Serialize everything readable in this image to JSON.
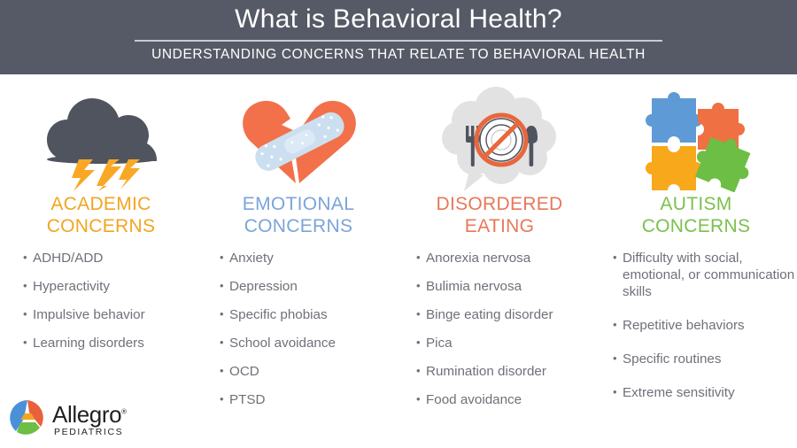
{
  "header": {
    "title": "What is Behavioral Health?",
    "subtitle": "UNDERSTANDING CONCERNS THAT RELATE TO BEHAVIORAL HEALTH",
    "background_color": "#565A66"
  },
  "columns": [
    {
      "heading": "ACADEMIC CONCERNS",
      "heading_color": "#F2A520",
      "icon": "storm-cloud-lightning-icon",
      "items": [
        "ADHD/ADD",
        "Hyperactivity",
        "Impulsive behavior",
        "Learning disorders"
      ]
    },
    {
      "heading": "EMOTIONAL CONCERNS",
      "heading_color": "#7BA4D9",
      "icon": "broken-heart-bandage-icon",
      "items": [
        "Anxiety",
        "Depression",
        "Specific phobias",
        "School avoidance",
        "OCD",
        "PTSD"
      ]
    },
    {
      "heading": "DISORDERED EATING",
      "heading_color": "#E8775A",
      "icon": "thought-bubble-no-food-icon",
      "items": [
        "Anorexia nervosa",
        "Bulimia nervosa",
        "Binge eating disorder",
        "Pica",
        "Rumination disorder",
        "Food avoidance"
      ]
    },
    {
      "heading": "AUTISM CONCERNS",
      "heading_color": "#7CC04D",
      "icon": "puzzle-pieces-icon",
      "items": [
        "Difficulty with social, emotional, or communication skills",
        "Repetitive behaviors",
        "Specific routines",
        "Extreme sensitivity"
      ]
    }
  ],
  "logo": {
    "name": "Allegro",
    "registered_mark": "®",
    "tagline": "PEDIATRICS",
    "mark_colors": {
      "blue": "#4A90D9",
      "orange": "#E8603C",
      "yellow": "#F2A520",
      "green": "#6CBE45"
    }
  }
}
